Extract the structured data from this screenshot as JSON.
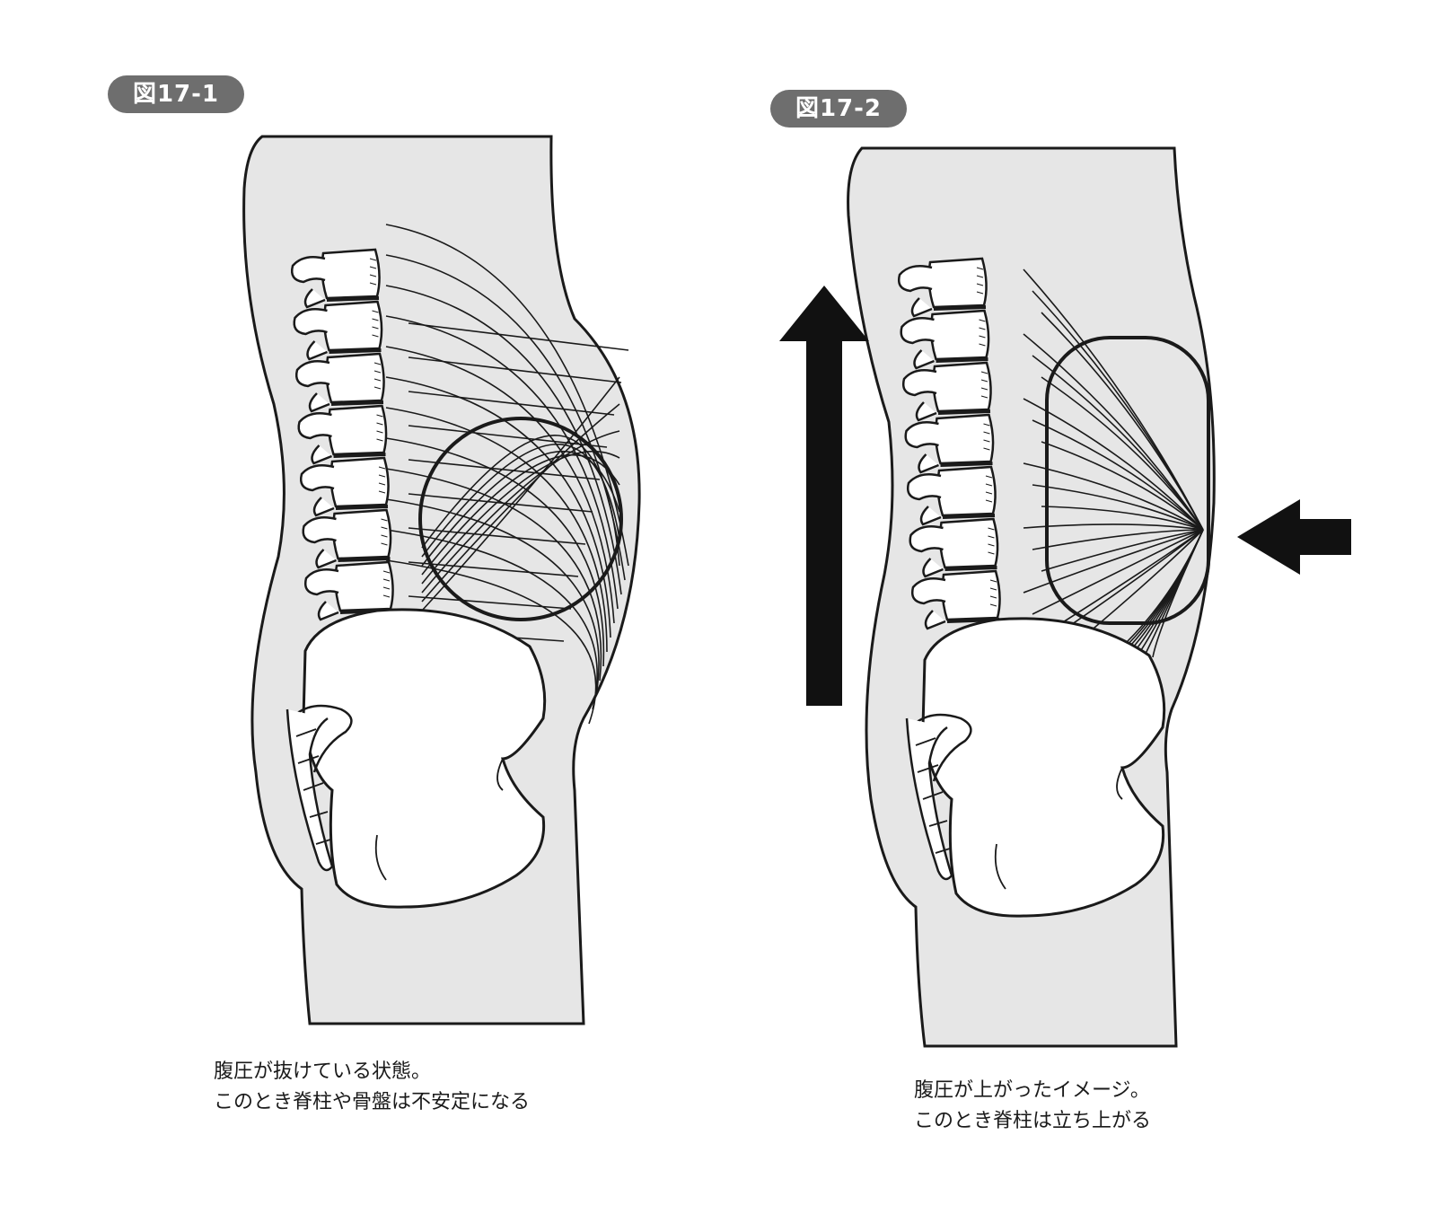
{
  "figures": [
    {
      "label": "図17-1",
      "caption": [
        "腹圧が抜けている状態。",
        "このとき脊柱や骨盤は不安定になる"
      ]
    },
    {
      "label": "図17-2",
      "caption": [
        "腹圧が上がったイメージ。",
        "このとき脊柱は立ち上がる"
      ]
    }
  ],
  "colors": {
    "body_fill": "#e6e6e6",
    "bone_fill": "#ffffff",
    "outline": "#1a1a1a",
    "badge_fill": "#6e6e6e",
    "arrow": "#111111"
  },
  "icons": [
    "arrow-up-icon",
    "arrow-left-icon"
  ]
}
